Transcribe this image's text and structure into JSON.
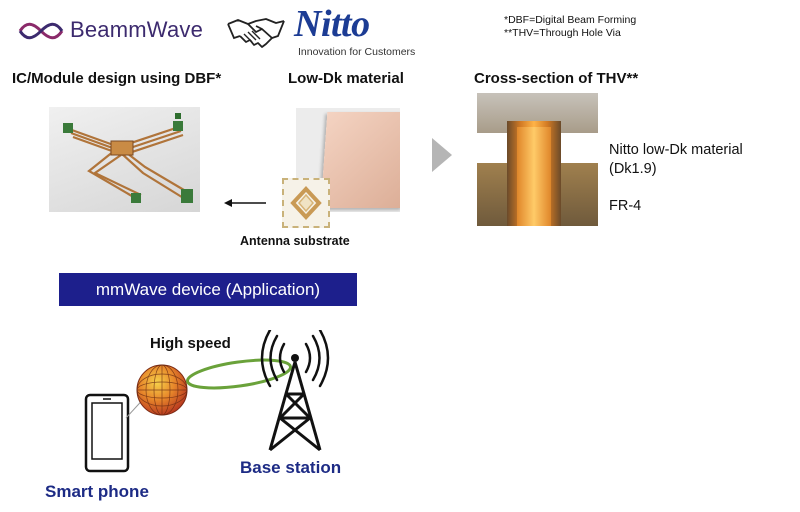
{
  "logos": {
    "beammwave": "BeammWave",
    "nitto": "Nitto",
    "nitto_tagline": "Innovation for Customers",
    "handshake_icon": "handshake-icon"
  },
  "notes": {
    "dbf": "*DBF=Digital Beam Forming",
    "thv": "**THV=Through Hole Via"
  },
  "headings": {
    "ic_module": "IC/Module design using DBF*",
    "low_dk": "Low-Dk material",
    "cross_section": "Cross-section of THV**"
  },
  "labels": {
    "antenna_substrate": "Antenna substrate",
    "nitto_material": "Nitto low-Dk material",
    "nitto_material_dk": "(Dk1.9)",
    "fr4": "FR-4"
  },
  "section_title": "mmWave device (Application)",
  "application": {
    "high_speed": "High speed",
    "base_station": "Base station",
    "smart_phone": "Smart phone"
  },
  "colors": {
    "nitto_blue": "#1c3c94",
    "section_box": "#1d1f8c",
    "label_blue": "#1d2b85",
    "beam_ring": "#6aa23a",
    "beammwave_purple": "#3c2a6e"
  }
}
